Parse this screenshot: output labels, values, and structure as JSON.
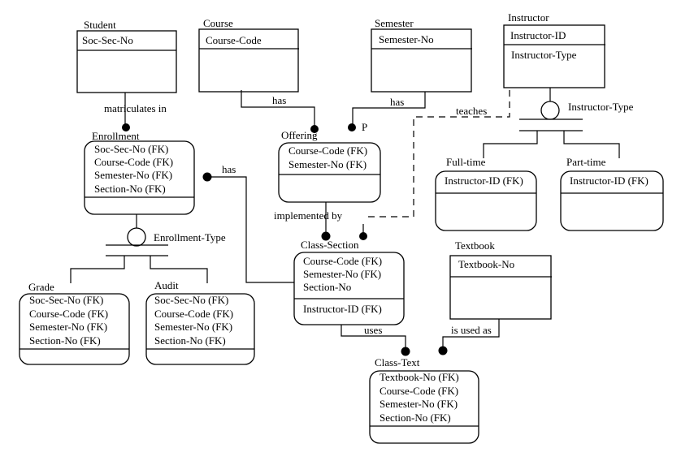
{
  "diagram": {
    "entities": {
      "student": {
        "name": "Student",
        "keys": [
          "Soc-Sec-No"
        ],
        "attrs": []
      },
      "course": {
        "name": "Course",
        "keys": [
          "Course-Code"
        ],
        "attrs": []
      },
      "semester": {
        "name": "Semester",
        "keys": [
          "Semester-No"
        ],
        "attrs": []
      },
      "instructor": {
        "name": "Instructor",
        "keys": [
          "Instructor-ID"
        ],
        "attrs": [
          "Instructor-Type"
        ]
      },
      "enrollment": {
        "name": "Enrollment",
        "keys": [
          "Soc-Sec-No (FK)",
          "Course-Code (FK)",
          "Semester-No (FK)",
          "Section-No (FK)"
        ],
        "attrs": []
      },
      "offering": {
        "name": "Offering",
        "keys": [
          "Course-Code (FK)",
          "Semester-No (FK)"
        ],
        "attrs": []
      },
      "full_time": {
        "name": "Full-time",
        "keys": [
          "Instructor-ID (FK)"
        ],
        "attrs": []
      },
      "part_time": {
        "name": "Part-time",
        "keys": [
          "Instructor-ID (FK)"
        ],
        "attrs": []
      },
      "class_section": {
        "name": "Class-Section",
        "keys": [
          "Course-Code (FK)",
          "Semester-No (FK)",
          "Section-No"
        ],
        "attrs": [
          "Instructor-ID (FK)"
        ]
      },
      "textbook": {
        "name": "Textbook",
        "keys": [
          "Textbook-No"
        ],
        "attrs": []
      },
      "grade": {
        "name": "Grade",
        "keys": [
          "Soc-Sec-No (FK)",
          "Course-Code (FK)",
          "Semester-No (FK)",
          "Section-No (FK)"
        ],
        "attrs": []
      },
      "audit": {
        "name": "Audit",
        "keys": [
          "Soc-Sec-No (FK)",
          "Course-Code (FK)",
          "Semester-No (FK)",
          "Section-No (FK)"
        ],
        "attrs": []
      },
      "class_text": {
        "name": "Class-Text",
        "keys": [
          "Textbook-No (FK)",
          "Course-Code (FK)",
          "Semester-No (FK)",
          "Section-No (FK)"
        ],
        "attrs": []
      }
    },
    "relationships": {
      "matriculates_in": "matriculates in",
      "course_has": "has",
      "semester_has": "has",
      "semester_has_cardinality": "P",
      "teaches": "teaches",
      "enrollment_has": "has",
      "implemented_by": "implemented by",
      "uses": "uses",
      "is_used_as": "is used as"
    },
    "categories": {
      "enrollment_type": "Enrollment-Type",
      "instructor_type": "Instructor-Type"
    }
  }
}
